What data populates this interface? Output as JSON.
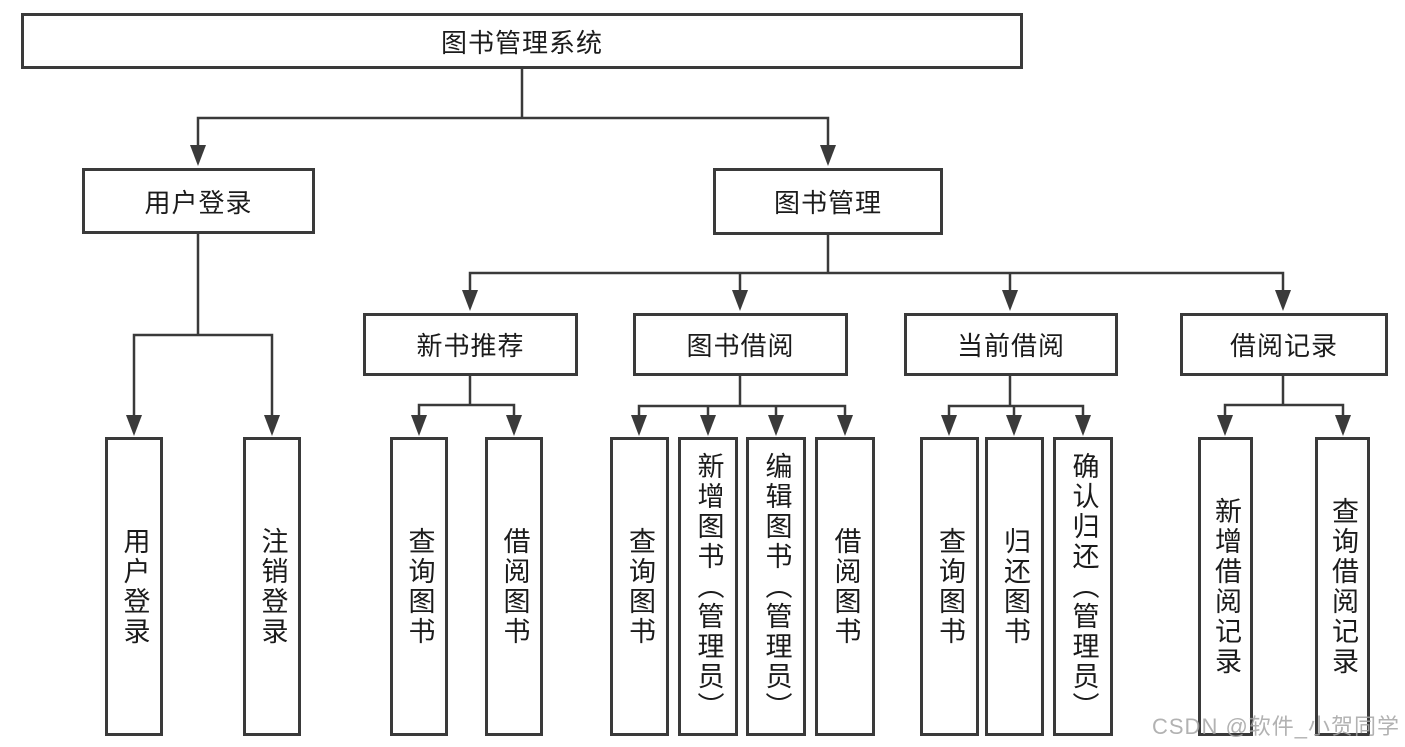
{
  "diagram_title": "图书管理系统",
  "colors": {
    "line": "#3a3a3a",
    "box_border": "#3a3a3a",
    "box_background": "#ffffff",
    "text": "#1b1b1b",
    "watermark": "#a5a5a5"
  },
  "nodes": {
    "root": {
      "label": "图书管理系统"
    },
    "user_login": {
      "label": "用户登录"
    },
    "book_management": {
      "label": "图书管理"
    },
    "new_book_recommend": {
      "label": "新书推荐"
    },
    "book_borrowing": {
      "label": "图书借阅"
    },
    "current_borrowing": {
      "label": "当前借阅"
    },
    "borrowing_records": {
      "label": "借阅记录"
    },
    "leaf_user_login": {
      "label": "用户登录"
    },
    "leaf_logout": {
      "label": "注销登录"
    },
    "nb_query_books": {
      "label": "查询图书"
    },
    "nb_borrow_books": {
      "label": "借阅图书"
    },
    "bb_query_books": {
      "label": "查询图书"
    },
    "bb_add_books": {
      "label": "新增图书（管理员）"
    },
    "bb_edit_books": {
      "label": "编辑图书（管理员）"
    },
    "bb_borrow_books": {
      "label": "借阅图书"
    },
    "cb_query_books": {
      "label": "查询图书"
    },
    "cb_return_books": {
      "label": "归还图书"
    },
    "cb_confirm_return": {
      "label": "确认归还（管理员）"
    },
    "br_add_record": {
      "label": "新增借阅记录"
    },
    "br_query_record": {
      "label": "查询借阅记录"
    }
  },
  "hierarchy": {
    "图书管理系统": {
      "用户登录": [
        "用户登录",
        "注销登录"
      ],
      "图书管理": {
        "新书推荐": [
          "查询图书",
          "借阅图书"
        ],
        "图书借阅": [
          "查询图书",
          "新增图书（管理员）",
          "编辑图书（管理员）",
          "借阅图书"
        ],
        "当前借阅": [
          "查询图书",
          "归还图书",
          "确认归还（管理员）"
        ],
        "借阅记录": [
          "新增借阅记录",
          "查询借阅记录"
        ]
      }
    }
  },
  "watermark": {
    "text": "CSDN @软件_小贺同学"
  }
}
